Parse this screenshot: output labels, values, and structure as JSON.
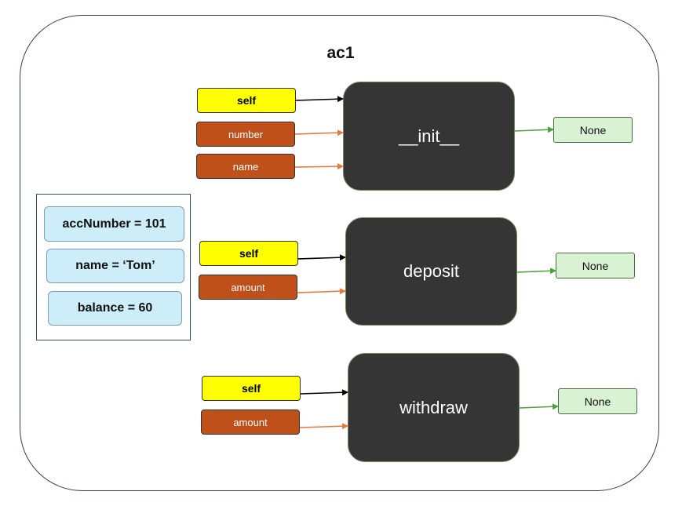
{
  "object_name": "ac1",
  "attributes": [
    {
      "text": "accNumber = 101"
    },
    {
      "text": "name = ‘Tom’"
    },
    {
      "text": "balance = 60"
    }
  ],
  "methods": [
    {
      "name": "__init__",
      "params": [
        "self",
        "number",
        "name"
      ],
      "returns": "None"
    },
    {
      "name": "deposit",
      "params": [
        "self",
        "amount"
      ],
      "returns": "None"
    },
    {
      "name": "withdraw",
      "params": [
        "self",
        "amount"
      ],
      "returns": "None"
    }
  ],
  "colors": {
    "self_param": "#ffff00",
    "arg_param": "#c0501a",
    "method_box": "#353535",
    "return_box": "#d9f2d4",
    "attribute_box": "#cdeef9",
    "self_arrow": "#000000",
    "arg_arrow": "#e8793a",
    "return_arrow": "#4aa23a"
  }
}
